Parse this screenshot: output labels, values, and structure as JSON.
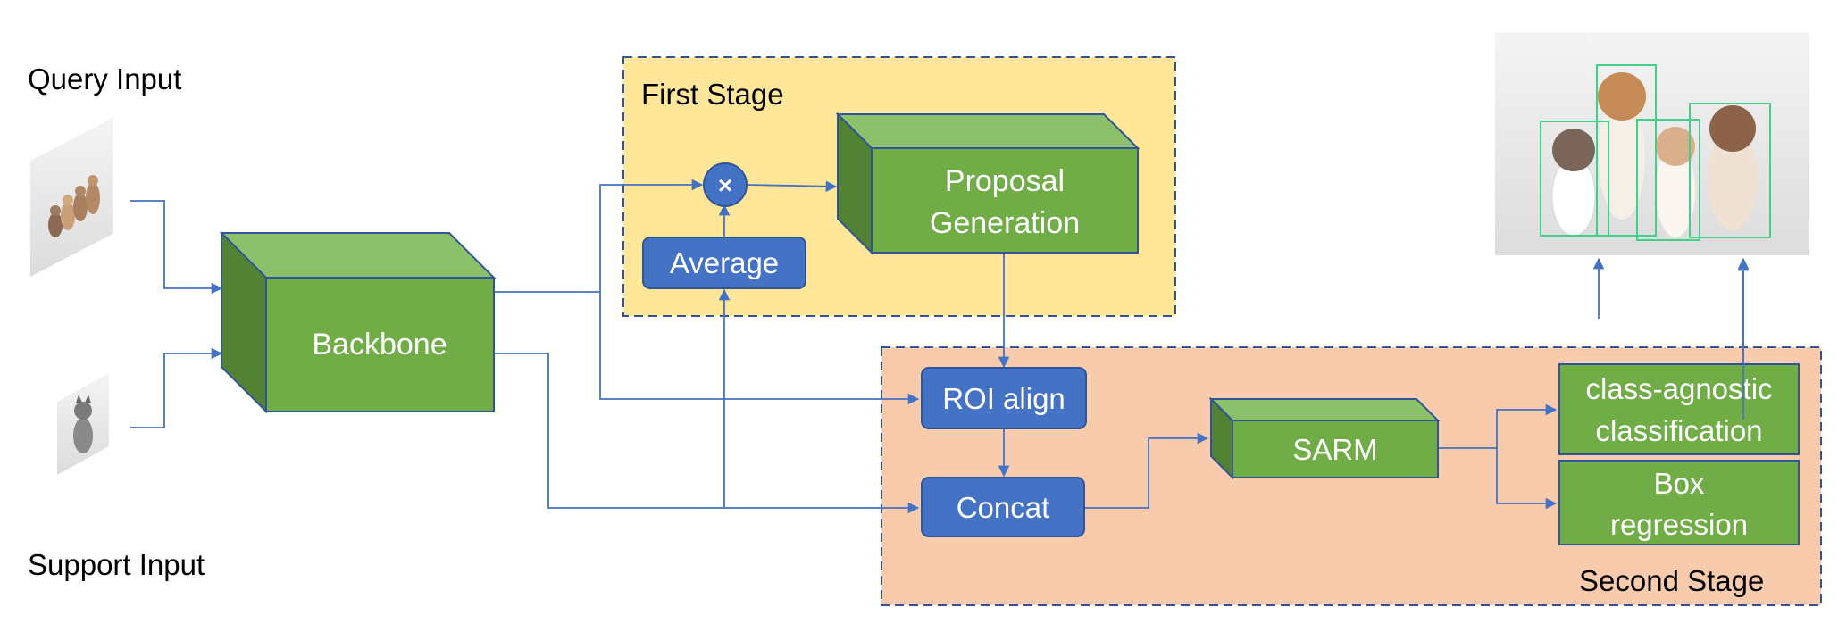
{
  "labels": {
    "query_input": "Query Input",
    "support_input": "Support Input",
    "first_stage": "First Stage",
    "second_stage": "Second Stage"
  },
  "blocks": {
    "backbone": "Backbone",
    "proposal_line1": "Proposal",
    "proposal_line2": "Generation",
    "average": "Average",
    "multiply_symbol": "×",
    "roi_align": "ROI align",
    "concat": "Concat",
    "sarm": "SARM",
    "cls_line1": "class-agnostic",
    "cls_line2": "classification",
    "box_line1": "Box",
    "box_line2": "regression"
  },
  "colors": {
    "green_front": "#70ad47",
    "green_top": "#8cc06a",
    "green_side": "#548235",
    "block_border": "#2f5597",
    "blue_box": "#4472c4",
    "arrow": "#4472c4",
    "first_stage_fill": "#ffe699",
    "second_stage_fill": "#f8cbad",
    "stage_border": "#2f5597"
  },
  "icons": {
    "query_image": "kittens-photo-icon",
    "support_image": "kitten-photo-icon",
    "output_image": "detection-result-photo"
  }
}
